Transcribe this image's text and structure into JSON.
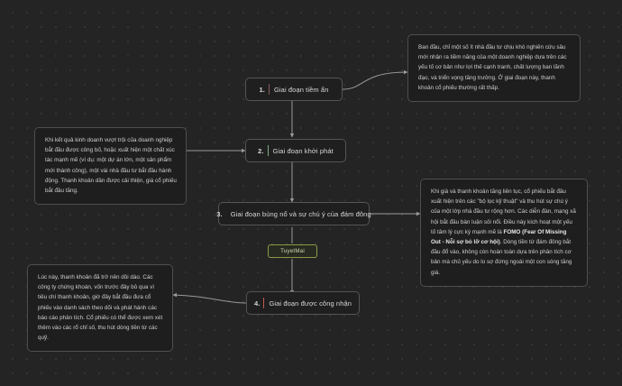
{
  "canvas": {
    "background_color": "#242424",
    "dot_color": "#3a3a3a"
  },
  "nodes": {
    "stage1": {
      "number": "1.",
      "label": "Giai đoạn tiềm ẩn",
      "accent_color": "#8a5a5a"
    },
    "stage2": {
      "number": "2.",
      "label": "Giai đoạn khởi phát",
      "accent_color": "#7fae8a"
    },
    "stage3": {
      "number": "3.",
      "label": "Giai đoạn bùng nổ và sự chú ý của đám đông",
      "accent_color": "#c05a4a"
    },
    "stage4": {
      "number": "4.",
      "label": "Giai đoạn được công nhận",
      "accent_color": "#c05a4a"
    },
    "tag": {
      "label": "TuyetMai",
      "border_color": "#8a9a4a"
    }
  },
  "notes": {
    "note1": {
      "text": "Ban đầu, chỉ một số ít nhà đầu tư chịu khó nghiên cứu sâu mới nhận ra tiềm năng của một doanh nghiệp dựa trên các yếu tố cơ bản như lợi thế cạnh tranh, chất lượng ban lãnh đạo, và triển vọng tăng trưởng. Ở giai đoạn này, thanh khoản cổ phiếu thường rất thấp."
    },
    "note2": {
      "text": "Khi kết quả kinh doanh vượt trội của doanh nghiệp bắt đầu được công bố, hoặc xuất hiện một chất xúc tác mạnh mẽ (ví dụ: một dự án lớn, một sản phẩm mới thành công), một vài nhà đầu tư bắt đầu hành động. Thanh khoản dần được cải thiện, giá cổ phiếu bắt đầu tăng."
    },
    "note3": {
      "text_before": "Khi giá và thanh khoản tăng liên tục, cổ phiếu bắt đầu xuất hiện trên các \"bộ lọc kỹ thuật\" và thu hút sự chú ý của một lớp nhà đầu tư rộng hơn. Các diễn đàn, mạng xã hội bắt đầu bàn luận sôi nổi. Điều này kích hoạt một yếu tố tâm lý cực kỳ mạnh mẽ là ",
      "bold": "FOMO (Fear Of Missing Out - Nỗi sợ bỏ lỡ cơ hội)",
      "text_after": ". Dòng tiền từ đám đông bắt đầu đổ vào, không còn hoàn toàn dựa trên phân tích cơ bản mà chủ yếu do lo sợ đứng ngoài một con sóng tăng giá."
    },
    "note4": {
      "text": "Lúc này, thanh khoản đã trở nên dồi dào. Các công ty chứng khoán, vốn trước đây bỏ qua vì tiêu chí thanh khoản, giờ đây bắt đầu đưa cổ phiếu vào danh sách theo dõi và phát hành các báo cáo phân tích. Cổ phiếu có thể được xem xét thêm vào các rổ chỉ số, thu hút dòng tiền từ các quỹ."
    }
  },
  "edges": {
    "stroke_color": "#9a9a9a"
  }
}
